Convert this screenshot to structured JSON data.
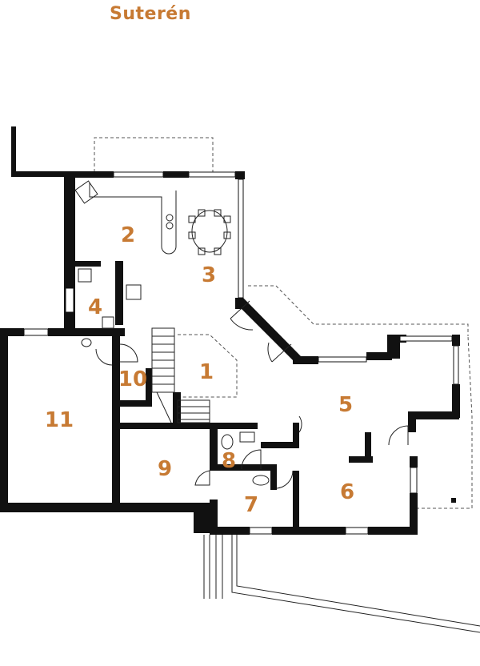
{
  "title": "Suterén",
  "colors": {
    "label": "#c77a33",
    "wall": "#111111",
    "background": "#ffffff"
  },
  "rooms": [
    {
      "label": "1"
    },
    {
      "label": "2"
    },
    {
      "label": "3"
    },
    {
      "label": "4"
    },
    {
      "label": "5"
    },
    {
      "label": "6"
    },
    {
      "label": "7"
    },
    {
      "label": "8"
    },
    {
      "label": "9"
    },
    {
      "label": "10"
    },
    {
      "label": "11"
    }
  ]
}
